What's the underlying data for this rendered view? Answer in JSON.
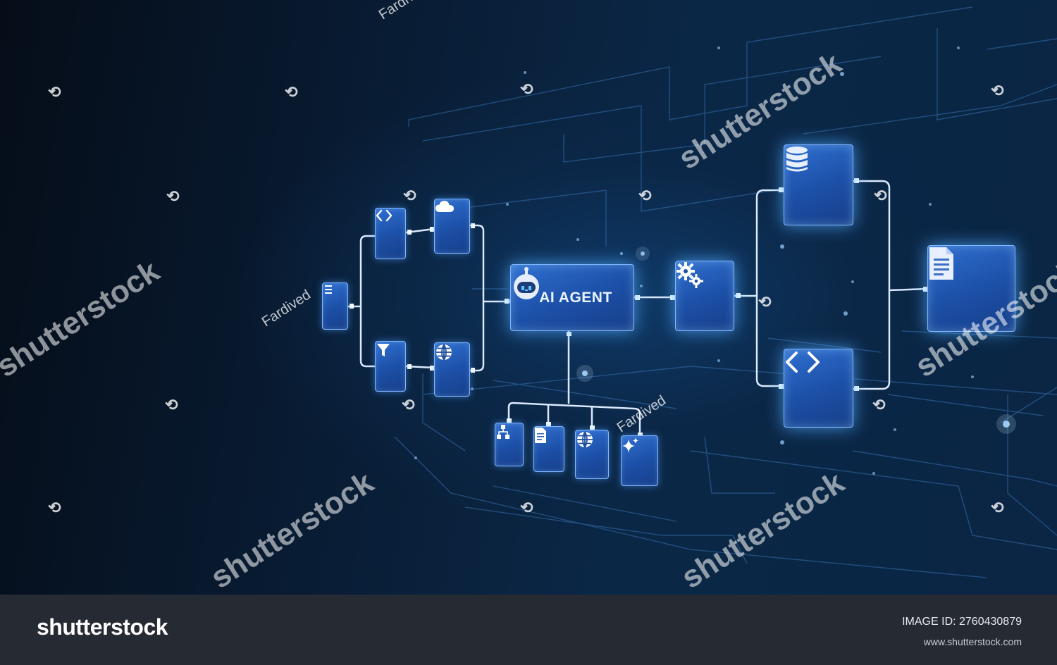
{
  "diagram": {
    "agent_label": "AI AGENT",
    "watermark_text": "shutterstock",
    "contributor_text": "Fardived",
    "nodes": [
      {
        "id": "input-list",
        "icon": "list-icon"
      },
      {
        "id": "code-small",
        "icon": "code-icon"
      },
      {
        "id": "cloud",
        "icon": "cloud-icon"
      },
      {
        "id": "filter",
        "icon": "filter-icon"
      },
      {
        "id": "globe-left",
        "icon": "globe-icon"
      },
      {
        "id": "agent",
        "icon": "robot-icon"
      },
      {
        "id": "gears",
        "icon": "gears-icon"
      },
      {
        "id": "database",
        "icon": "database-icon"
      },
      {
        "id": "code-big",
        "icon": "code-icon"
      },
      {
        "id": "document-out",
        "icon": "document-icon"
      },
      {
        "id": "hierarchy",
        "icon": "hierarchy-icon"
      },
      {
        "id": "document-small",
        "icon": "document-icon"
      },
      {
        "id": "globe-bottom",
        "icon": "globe-icon"
      },
      {
        "id": "sparkle",
        "icon": "sparkle-icon"
      }
    ],
    "colors": {
      "card": "#1c4fa6",
      "border": "#7fb7ff",
      "line": "#d8e8ff",
      "background": "#0a1a2e"
    }
  },
  "footer": {
    "logo": "shutterstock",
    "image_id": "IMAGE ID: 2760430879",
    "url": "www.shutterstock.com"
  }
}
